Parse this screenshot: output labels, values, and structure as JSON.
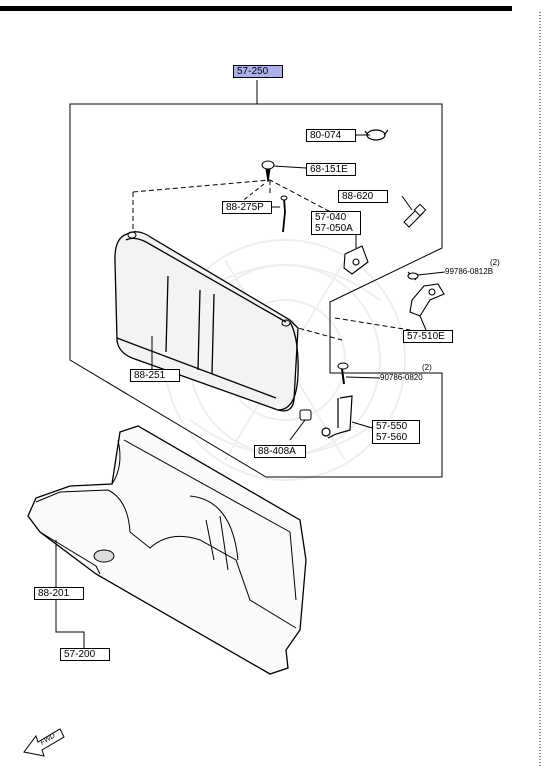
{
  "callouts": {
    "c57_250": "57-250",
    "c80_074": "80-074",
    "c68_151e": "68-151E",
    "c88_620": "88-620",
    "c88_275p": "88-275P",
    "c57_040": "57-040",
    "c57_050a": "57-050A",
    "c57_510e": "57-510E",
    "c88_251": "88-251",
    "c88_408a": "88-408A",
    "c57_550": "57-550",
    "c57_560": "57-560",
    "c88_201": "88-201",
    "c57_200": "57-200"
  },
  "bare_labels": {
    "b99786": "99786-0812B",
    "b90786": "90786-0820"
  },
  "quantities": {
    "q1": "(2)",
    "q2": "(2)"
  },
  "fwd_label": "FWD",
  "highlight_color": "#aeb0ec"
}
